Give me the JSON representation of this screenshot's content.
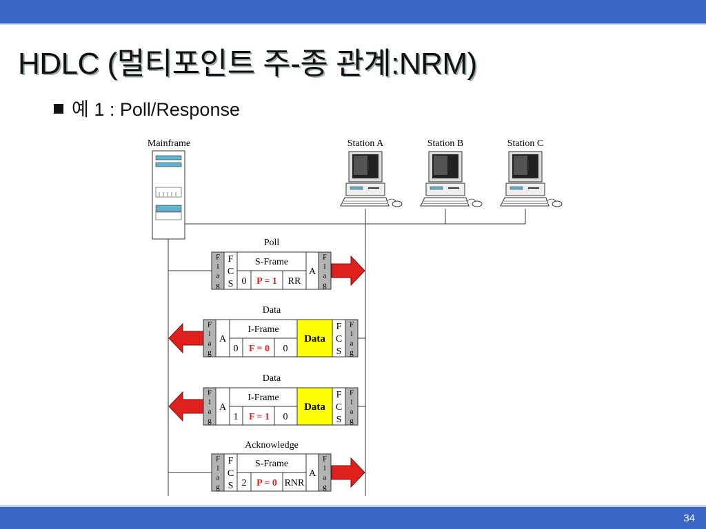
{
  "title": "HDLC (멀티포인트 주-종 관계:NRM)",
  "bullet": {
    "marker": "예",
    "text": "1 : Poll/Response"
  },
  "page_number": "34",
  "diagram": {
    "mainframe_label": "Mainframe",
    "stations": [
      "Station A",
      "Station B",
      "Station C"
    ],
    "frames": [
      {
        "caption": "Poll",
        "frame_type": "S-Frame",
        "seq": "0",
        "pf": "P = 1",
        "code": "RR",
        "addr": "A",
        "direction": "right"
      },
      {
        "caption": "Data",
        "frame_type": "I-Frame",
        "seq": "0",
        "pf": "F = 0",
        "code": "0",
        "addr": "A",
        "data": "Data",
        "direction": "left"
      },
      {
        "caption": "Data",
        "frame_type": "I-Frame",
        "seq": "1",
        "pf": "F = 1",
        "code": "0",
        "addr": "A",
        "data": "Data",
        "direction": "left"
      },
      {
        "caption": "Acknowledge",
        "frame_type": "S-Frame",
        "seq": "2",
        "pf": "P = 0",
        "code": "RNR",
        "addr": "A",
        "direction": "right"
      }
    ],
    "flag_letters": [
      "F",
      "l",
      "a",
      "g"
    ],
    "fcs_letters": [
      "F",
      "C",
      "S"
    ]
  },
  "colors": {
    "bar": "#3a66c8",
    "data_field": "#ffff00",
    "arrow": "#e0201c",
    "pf_text": "#e0201c",
    "flag_fill": "#b4b4b4"
  }
}
